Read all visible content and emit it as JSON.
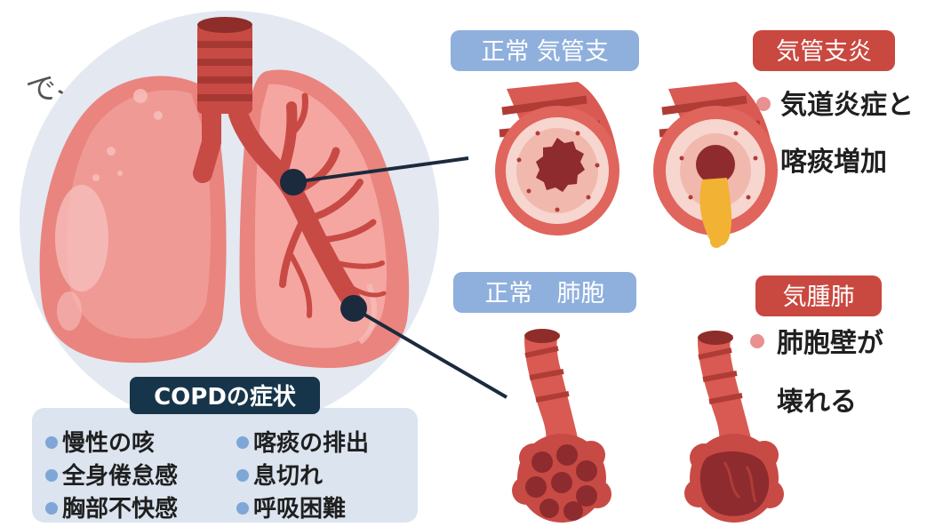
{
  "corner_fragment": "で、",
  "labels": {
    "normal_bronchus": "正常 気管支",
    "bronchitis": "気管支炎",
    "bronchitis_desc_1": "気道炎症と",
    "bronchitis_desc_2": "喀痰増加",
    "normal_alveoli": "正常　肺胞",
    "emphysema": "気腫肺",
    "emphysema_desc_1": "肺胞壁が",
    "emphysema_desc_2": "壊れる"
  },
  "symptoms": {
    "title": "COPDの症状",
    "items": [
      "慢性の咳",
      "喀痰の排出",
      "全身倦怠感",
      "息切れ",
      "胸部不快感",
      "呼吸困難"
    ]
  },
  "colors": {
    "normal_tag": "#8fb0dc",
    "disease_tag": "#c9483f",
    "copd_title_bg": "#17354a",
    "symptom_panel": "#dbe4ef",
    "bullet_blue": "#7ea6d6",
    "bullet_pink": "#e79191",
    "lung": "#ec8a86",
    "bronchus": "#c84a44",
    "pointer": "#1b2a3d"
  }
}
